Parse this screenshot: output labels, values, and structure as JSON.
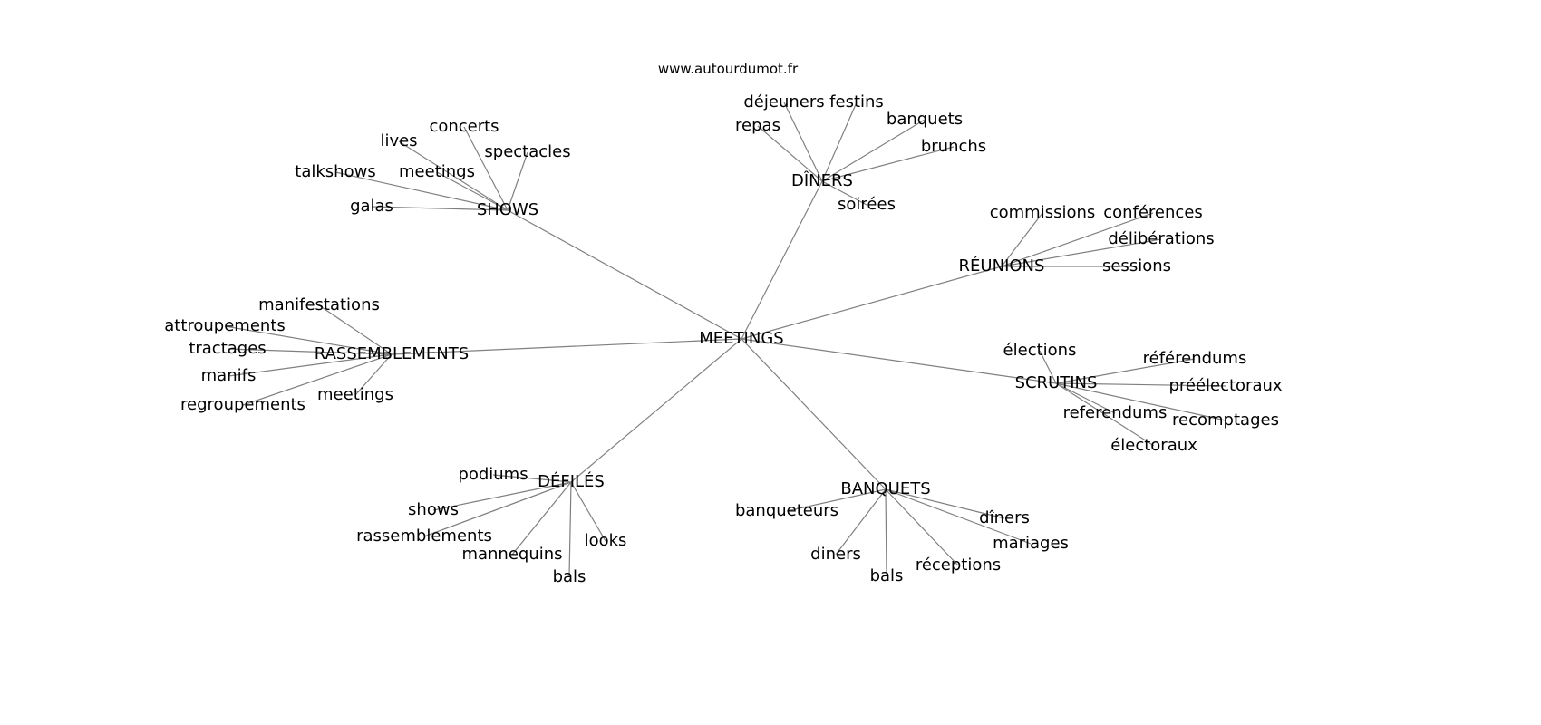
{
  "title": "www.autourdumot.fr",
  "root": "MEETINGS",
  "colors": {
    "edge": "#808080",
    "text": "#000000",
    "background": "#ffffff"
  },
  "groups": [
    {
      "label": "SHOWS",
      "children": [
        "lives",
        "concerts",
        "spectacles",
        "talkshows",
        "meetings",
        "galas"
      ]
    },
    {
      "label": "DÎNERS",
      "children": [
        "repas",
        "déjeuners",
        "festins",
        "banquets",
        "brunchs",
        "soirées"
      ]
    },
    {
      "label": "RÉUNIONS",
      "children": [
        "commissions",
        "conférences",
        "délibérations",
        "sessions"
      ]
    },
    {
      "label": "SCRUTINS",
      "children": [
        "élections",
        "référendums",
        "préélectoraux",
        "referendums",
        "recomptages",
        "électoraux"
      ]
    },
    {
      "label": "BANQUETS",
      "children": [
        "banqueteurs",
        "dîners",
        "mariages",
        "réceptions",
        "bals",
        "diners"
      ]
    },
    {
      "label": "DÉFILÉS",
      "children": [
        "podiums",
        "shows",
        "rassemblements",
        "mannequins",
        "bals",
        "looks"
      ]
    },
    {
      "label": "RASSEMBLEMENTS",
      "children": [
        "attroupements",
        "manifestations",
        "tractages",
        "manifs",
        "regroupements",
        "meetings"
      ]
    }
  ]
}
